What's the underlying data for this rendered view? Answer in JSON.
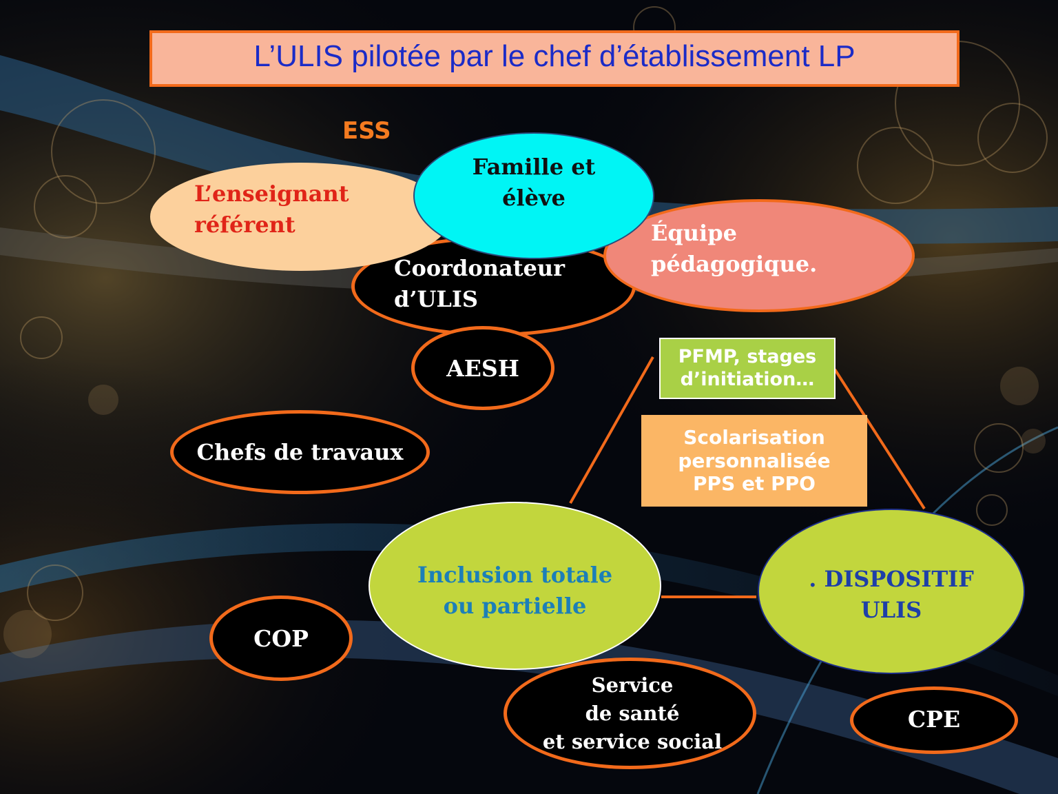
{
  "title": "L’ULIS pilotée par le chef d’établissement LP",
  "ess_label": "ESS",
  "nodes": {
    "enseignant_referent": [
      "L’enseignant",
      "référent"
    ],
    "famille_eleve": [
      "Famille et",
      "élève"
    ],
    "equipe_pedagogique": [
      "Équipe",
      "pédagogique."
    ],
    "coordonateur": [
      "Coordonateur",
      "d’ULIS"
    ],
    "aesh": "AESH",
    "chefs_travaux": "Chefs de travaux",
    "inclusion": [
      "Inclusion totale",
      "ou partielle"
    ],
    "dispositif": [
      ". DISPOSITIF",
      "ULIS"
    ],
    "cop": "COP",
    "service": [
      "Service",
      "de santé",
      "et service social"
    ],
    "cpe": "CPE"
  },
  "boxes": {
    "pfmp": [
      "PFMP, stages",
      "d’initiation…"
    ],
    "scolarisation": [
      "Scolarisation",
      "personnalisée",
      "PPS et PPO"
    ]
  },
  "colors": {
    "orange_border": "#f26a1b",
    "title_fill": "#f9b59a",
    "title_text": "#1b2bc7",
    "peach": "#fcd09c",
    "cyan": "#00f5f5",
    "salmon": "#f08779",
    "lime": "#c2d63d",
    "blue_text": "#1c7fb8",
    "dark_blue_text": "#1e3fa8",
    "red_text": "#e02418",
    "pfmp_fill": "#a9d046",
    "scolar_fill": "#fbb665"
  }
}
